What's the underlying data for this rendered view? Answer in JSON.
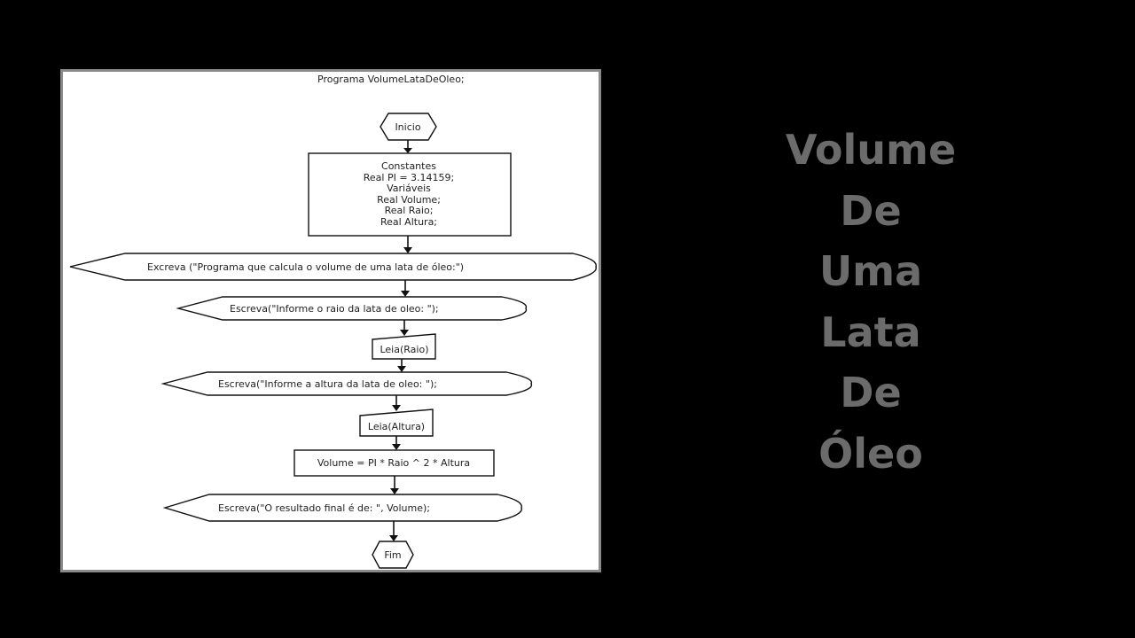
{
  "diagram": {
    "program_title": "Programa VolumeLataDeOleo;",
    "start_label": "Inicio",
    "declarations": [
      "Constantes",
      "Real PI = 3.14159;",
      "Variáveis",
      "Real Volume;",
      "Real Raio;",
      "Real Altura;"
    ],
    "output_intro": "Excreva (\"Programa que calcula o volume de uma lata de óleo:\")",
    "output_raio": "Escreva(\"Informe o raio da lata de oleo: \");",
    "input_raio": "Leia(Raio)",
    "output_altura": "Escreva(\"Informe a altura da lata de oleo: \");",
    "input_altura": "Leia(Altura)",
    "process_volume": "Volume = PI * Raio ^ 2 * Altura",
    "output_result": "Escreva(\"O resultado final é de: \", Volume);",
    "end_label": "Fim"
  },
  "title": {
    "lines": [
      "Volume",
      "De",
      "Uma",
      "Lata",
      "De",
      "Óleo"
    ],
    "color": "#6b6b6b"
  },
  "colors": {
    "background": "#000000",
    "diagram_background": "#ffffff",
    "frame_border": "#8a8a8a"
  }
}
